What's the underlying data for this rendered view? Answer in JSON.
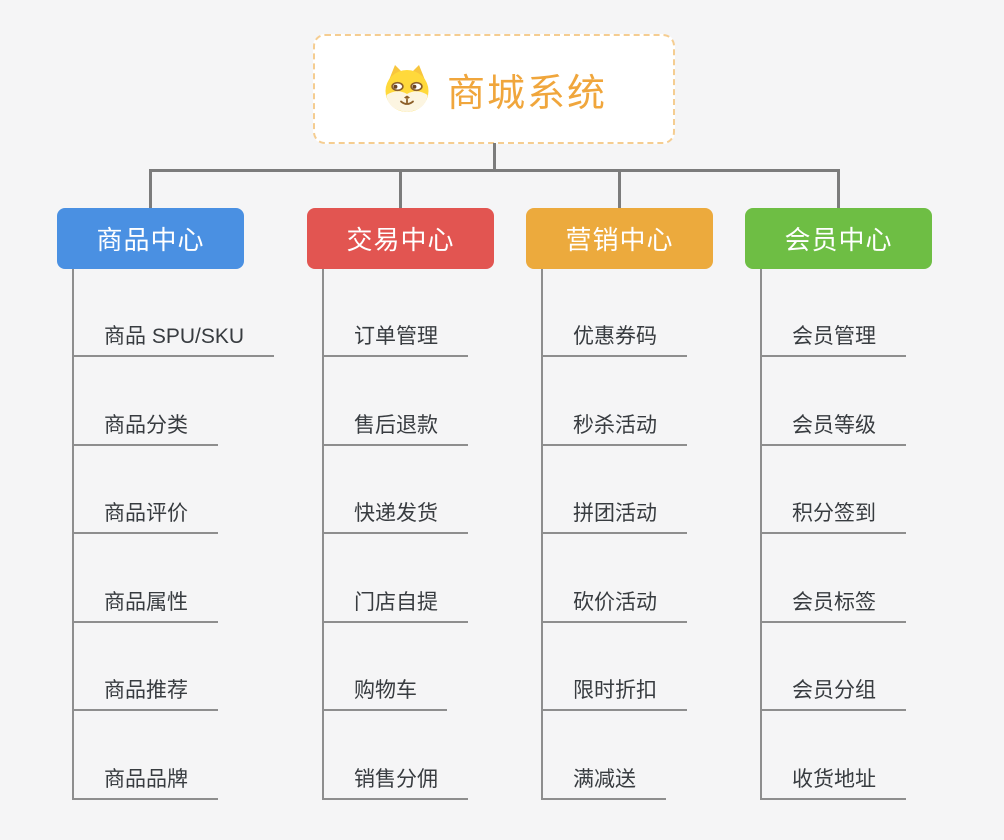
{
  "root": {
    "title": "商城系统",
    "icon": "dog-face-icon",
    "title_color": "#f0a63c",
    "border_color": "#f5cd91"
  },
  "colors": {
    "background": "#f5f5f6",
    "connector_gray": "#7c7c7c",
    "leaf_line_gray": "#8e8e8e",
    "leaf_text": "#383c40"
  },
  "branches": [
    {
      "label": "商品中心",
      "color": "#4a90e2",
      "items": [
        "商品 SPU/SKU",
        "商品分类",
        "商品评价",
        "商品属性",
        "商品推荐",
        "商品品牌"
      ]
    },
    {
      "label": "交易中心",
      "color": "#e25551",
      "items": [
        "订单管理",
        "售后退款",
        "快递发货",
        "门店自提",
        "购物车",
        "销售分佣"
      ]
    },
    {
      "label": "营销中心",
      "color": "#ecaa3d",
      "items": [
        "优惠券码",
        "秒杀活动",
        "拼团活动",
        "砍价活动",
        "限时折扣",
        "满减送"
      ]
    },
    {
      "label": "会员中心",
      "color": "#6ebe44",
      "items": [
        "会员管理",
        "会员等级",
        "积分签到",
        "会员标签",
        "会员分组",
        "收货地址"
      ]
    }
  ]
}
